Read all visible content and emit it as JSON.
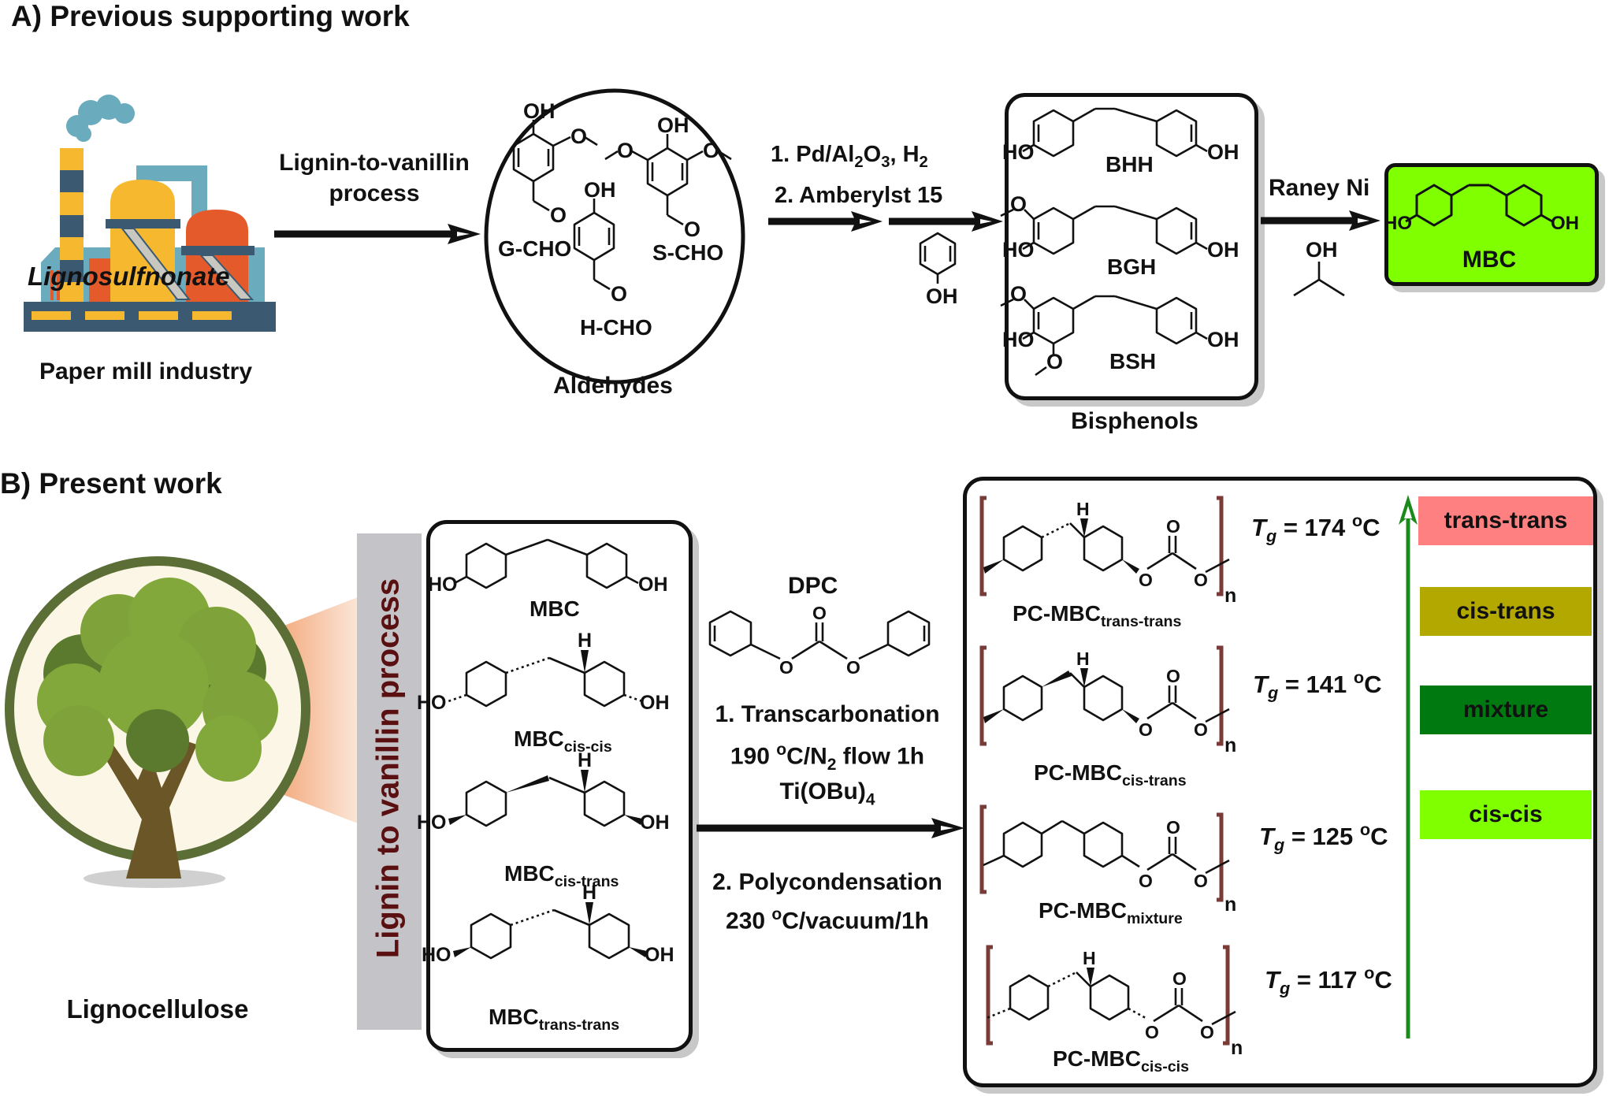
{
  "panel_a": {
    "title": "A) Previous supporting work",
    "factory": {
      "overlay_label": "Lignosulfnonate",
      "caption": "Paper mill industry"
    },
    "step1": {
      "label_line1": "Lignin-to-vanillin",
      "label_line2": "process"
    },
    "aldehydes": {
      "caption": "Aldehydes",
      "compounds": [
        {
          "name": "G-CHO",
          "substituents": [
            "OH",
            "O",
            "O"
          ]
        },
        {
          "name": "S-CHO",
          "substituents": [
            "OH",
            "O",
            "O",
            "O"
          ]
        },
        {
          "name": "H-CHO",
          "substituents": [
            "OH",
            "O"
          ]
        }
      ]
    },
    "step2": {
      "line1_prefix": "1. Pd/Al",
      "line1_sub1": "2",
      "line1_mid": "O",
      "line1_sub2": "3",
      "line1_suffix": ", H",
      "line1_sub3": "2",
      "line2": "2. Amberylst 15",
      "reagent_label": "OH"
    },
    "bisphenols": {
      "caption": "Bisphenols",
      "compounds": [
        {
          "name": "BHH",
          "left": "HO",
          "right": "OH"
        },
        {
          "name": "BGH",
          "left": "HO",
          "right": "OH"
        },
        {
          "name": "BSH",
          "left": "HO",
          "right": "OH"
        }
      ]
    },
    "step3": {
      "label": "Raney Ni",
      "reagent_label": "OH"
    },
    "product": {
      "name": "MBC",
      "left": "HO",
      "right": "OH",
      "bg_color": "#7fff00"
    }
  },
  "panel_b": {
    "title": "B) Present work",
    "source": {
      "caption": "Lignocellulose"
    },
    "process_band": {
      "label": "Lignin to vanillin process",
      "text_color": "#5a1010",
      "bg_color": "#c4c4c8"
    },
    "monomers": [
      {
        "name": "MBC",
        "subscript": "",
        "left": "HO",
        "right": "OH"
      },
      {
        "name": "MBC",
        "subscript": "cis-cis",
        "left": "HO",
        "right": "OH",
        "h_label": "H"
      },
      {
        "name": "MBC",
        "subscript": "cis-trans",
        "left": "HO",
        "right": "OH",
        "h_label": "H"
      },
      {
        "name": "MBC",
        "subscript": "trans-trans",
        "left": "HO",
        "right": "OH",
        "h_label": "H"
      }
    ],
    "reagent": {
      "name": "DPC",
      "atom_label": "O"
    },
    "conditions": {
      "step1_title": "1. Transcarbonation",
      "step1_temp": "190 ",
      "step1_deg": "o",
      "step1_unit": "C/N",
      "step1_sub": "2",
      "step1_tail": " flow 1h",
      "step1_catalyst": "Ti(OBu)",
      "step1_catalyst_sub": "4",
      "step2_title": "2. Polycondensation",
      "step2_temp": "230 ",
      "step2_deg": "o",
      "step2_tail": "C/vacuum/1h"
    },
    "polymers": [
      {
        "name": "PC-MBC",
        "subscript": "trans-trans",
        "tg_symbol": "T",
        "tg_sub": "g",
        "tg_value": "= 174 ",
        "tg_unit": "C",
        "deg": "o",
        "repeat": "n",
        "h_label": "H"
      },
      {
        "name": "PC-MBC",
        "subscript": "cis-trans",
        "tg_symbol": "T",
        "tg_sub": "g",
        "tg_value": "= 141 ",
        "tg_unit": "C",
        "deg": "o",
        "repeat": "n",
        "h_label": "H"
      },
      {
        "name": "PC-MBC",
        "subscript": "mixture",
        "tg_symbol": "T",
        "tg_sub": "g",
        "tg_value": "= 125 ",
        "tg_unit": "C",
        "deg": "o",
        "repeat": "n",
        "h_label": ""
      },
      {
        "name": "PC-MBC",
        "subscript": "cis-cis",
        "tg_symbol": "T",
        "tg_sub": "g",
        "tg_value": "= 117 ",
        "tg_unit": "C",
        "deg": "o",
        "repeat": "n",
        "h_label": "H"
      }
    ],
    "isomer_scale": [
      {
        "label": "trans-trans",
        "color": "#ff8080"
      },
      {
        "label": "cis-trans",
        "color": "#b2a800"
      },
      {
        "label": "mixture",
        "color": "#007a10"
      },
      {
        "label": "cis-cis",
        "color": "#7fff00"
      }
    ],
    "trend_arrow_color": "#1a8a1a"
  }
}
